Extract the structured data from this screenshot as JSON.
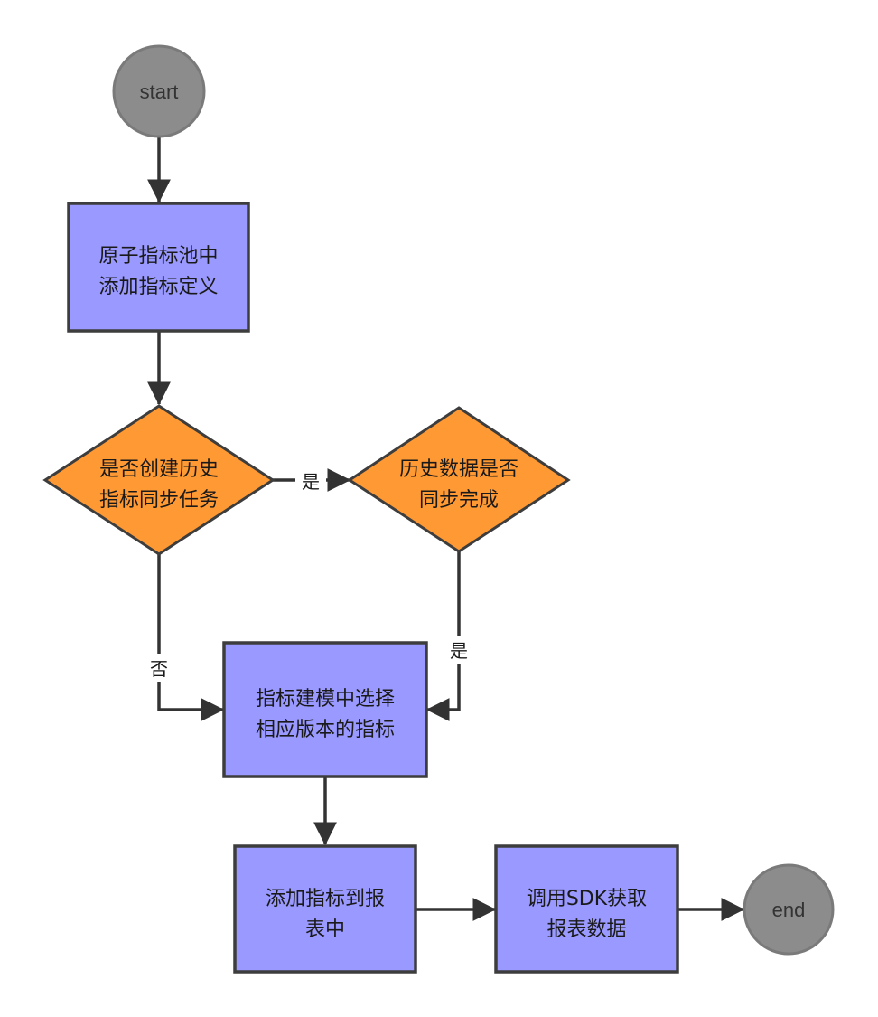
{
  "colors": {
    "process_fill": "#9999ff",
    "decision_fill": "#ff9933",
    "terminal_fill": "#8c8c8c",
    "stroke": "#3d3d3d",
    "edge": "#333333",
    "label_bg": "#ffffff"
  },
  "nodes": {
    "start": {
      "label": "start"
    },
    "define": {
      "line1": "原子指标池中",
      "line2": "添加指标定义"
    },
    "create_sync": {
      "line1": "是否创建历史",
      "line2": "指标同步任务"
    },
    "sync_done": {
      "line1": "历史数据是否",
      "line2": "同步完成"
    },
    "select_version": {
      "line1": "指标建模中选择",
      "line2": "相应版本的指标"
    },
    "add_to_report": {
      "line1": "添加指标到报",
      "line2": "表中"
    },
    "call_sdk": {
      "line1": "调用SDK获取",
      "line2": "报表数据"
    },
    "end": {
      "label": "end"
    }
  },
  "edges": {
    "yes_to_sync_done": "是",
    "no_to_select": "否",
    "yes_to_select": "是"
  }
}
